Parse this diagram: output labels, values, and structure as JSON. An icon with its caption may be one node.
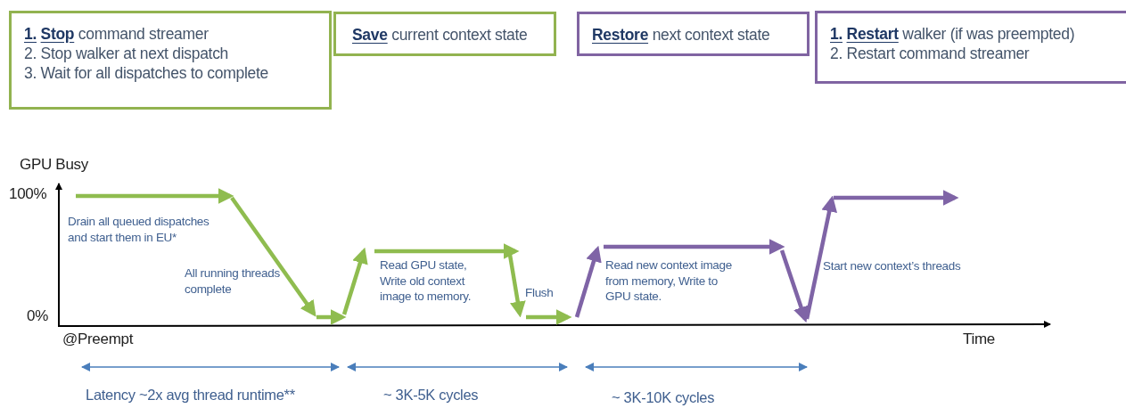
{
  "diagram": {
    "nodes": [
      {
        "text": [
          "**1.** **Stop** command streamer",
          "2. Stop walker at next dispatch",
          "3. Wait for all dispatches to complete"
        ]
      },
      {
        "text": [
          "**Save** current context state"
        ]
      },
      {
        "text": [
          "**Restore** next context state"
        ]
      },
      {
        "text": [
          "**1.** **Restart** walker (if was preempted)",
          "2. Restart command streamer"
        ]
      }
    ],
    "labels": [
      "GPU Busy",
      "100%",
      "0%",
      "Drain all queued dispatches and start them in EU*",
      "All running threads complete",
      "Read GPU state, Write old context image to memory.",
      "Flush",
      "Read new context image from memory, Write to GPU state.",
      "Start new context’s threads",
      "@Preempt",
      "Time",
      "Latency ~2x avg thread runtime**",
      "~ 3K-5K cycles",
      "~ 3K-10K cycles"
    ]
  }
}
